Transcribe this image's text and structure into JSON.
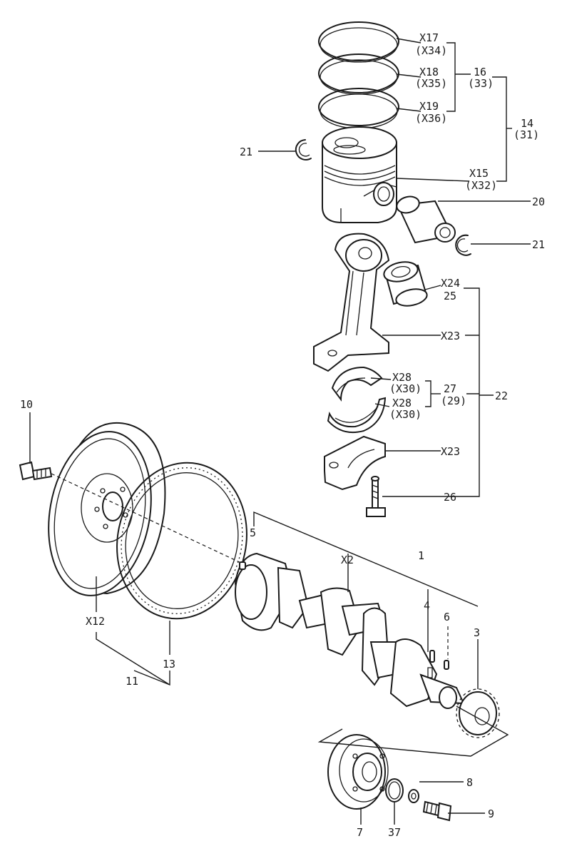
{
  "labels": {
    "x17": "X17",
    "x34": "(X34)",
    "x18": "X18",
    "x35": "(X35)",
    "x19": "X19",
    "x36": "(X36)",
    "p16": "16",
    "p33": "(33)",
    "p14": "14",
    "p31": "(31)",
    "x15": "X15",
    "x32": "(X32)",
    "p21a": "21",
    "p21b": "21",
    "p20": "20",
    "x24": "X24",
    "p25": "25",
    "x23a": "X23",
    "x23b": "X23",
    "x28a": "X28",
    "x30a": "(X30)",
    "x28b": "X28",
    "x30b": "(X30)",
    "p27": "27",
    "p29": "(29)",
    "p22": "22",
    "p26": "26",
    "p10": "10",
    "p5": "5",
    "x2": "X2",
    "p1": "1",
    "p4": "4",
    "p6": "6",
    "p3": "3",
    "x12": "X12",
    "p13": "13",
    "p11": "11",
    "p8": "8",
    "p9": "9",
    "p7": "7",
    "p37": "37"
  }
}
